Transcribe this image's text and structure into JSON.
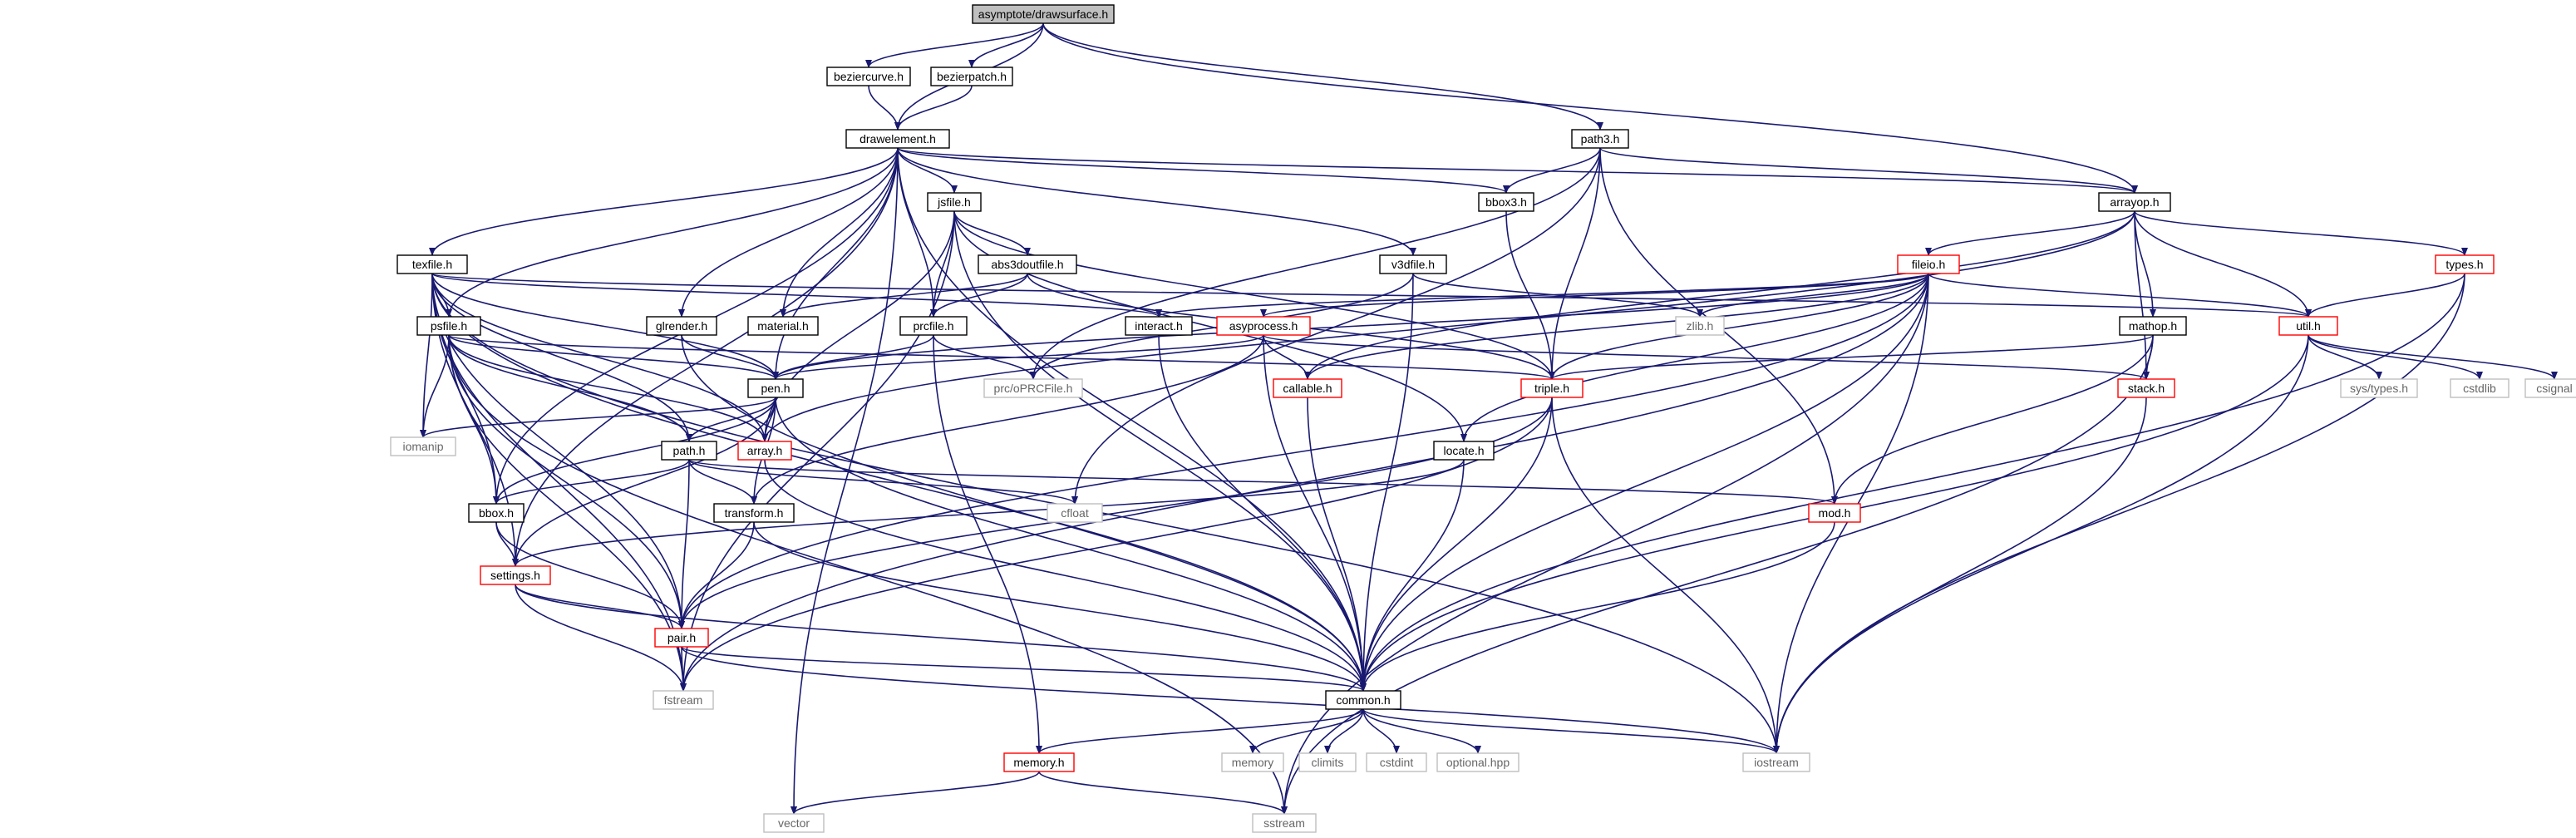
{
  "graph": {
    "style": {
      "edge_color": "#191970",
      "root_fill": "#bfbfbf",
      "node_fill": "#ffffff",
      "border_normal": "#000000",
      "border_red": "#ff0000",
      "border_external": "#bfbfbf",
      "text_normal": "#000000",
      "text_external": "#666666"
    },
    "nodes": [
      {
        "id": "drawsurface",
        "label": "asymptote/drawsurface.h",
        "kind": "root"
      },
      {
        "id": "beziercurve",
        "label": "beziercurve.h",
        "kind": "normal"
      },
      {
        "id": "bezierpatch",
        "label": "bezierpatch.h",
        "kind": "normal"
      },
      {
        "id": "drawelement",
        "label": "drawelement.h",
        "kind": "normal"
      },
      {
        "id": "path3",
        "label": "path3.h",
        "kind": "normal"
      },
      {
        "id": "jsfile",
        "label": "jsfile.h",
        "kind": "normal"
      },
      {
        "id": "bbox3",
        "label": "bbox3.h",
        "kind": "normal"
      },
      {
        "id": "arrayop",
        "label": "arrayop.h",
        "kind": "normal"
      },
      {
        "id": "texfile",
        "label": "texfile.h",
        "kind": "normal"
      },
      {
        "id": "abs3doutfile",
        "label": "abs3doutfile.h",
        "kind": "normal"
      },
      {
        "id": "v3dfile",
        "label": "v3dfile.h",
        "kind": "normal"
      },
      {
        "id": "fileio",
        "label": "fileio.h",
        "kind": "red"
      },
      {
        "id": "types",
        "label": "types.h",
        "kind": "red"
      },
      {
        "id": "psfile",
        "label": "psfile.h",
        "kind": "normal"
      },
      {
        "id": "glrender",
        "label": "glrender.h",
        "kind": "normal"
      },
      {
        "id": "material",
        "label": "material.h",
        "kind": "normal"
      },
      {
        "id": "prcfile",
        "label": "prcfile.h",
        "kind": "normal"
      },
      {
        "id": "interact",
        "label": "interact.h",
        "kind": "normal"
      },
      {
        "id": "asyprocess",
        "label": "asyprocess.h",
        "kind": "red"
      },
      {
        "id": "zlib",
        "label": "zlib.h",
        "kind": "external"
      },
      {
        "id": "mathop",
        "label": "mathop.h",
        "kind": "normal"
      },
      {
        "id": "util",
        "label": "util.h",
        "kind": "red"
      },
      {
        "id": "pen",
        "label": "pen.h",
        "kind": "normal"
      },
      {
        "id": "prcfileext",
        "label": "prc/oPRCFile.h",
        "kind": "external"
      },
      {
        "id": "callable",
        "label": "callable.h",
        "kind": "red"
      },
      {
        "id": "triple",
        "label": "triple.h",
        "kind": "red"
      },
      {
        "id": "stack",
        "label": "stack.h",
        "kind": "red"
      },
      {
        "id": "systypes",
        "label": "sys/types.h",
        "kind": "external"
      },
      {
        "id": "cstdlib",
        "label": "cstdlib",
        "kind": "external"
      },
      {
        "id": "csignal",
        "label": "csignal",
        "kind": "external"
      },
      {
        "id": "iomanip",
        "label": "iomanip",
        "kind": "external"
      },
      {
        "id": "path",
        "label": "path.h",
        "kind": "normal"
      },
      {
        "id": "array",
        "label": "array.h",
        "kind": "red"
      },
      {
        "id": "locate",
        "label": "locate.h",
        "kind": "normal"
      },
      {
        "id": "bbox",
        "label": "bbox.h",
        "kind": "normal"
      },
      {
        "id": "transform",
        "label": "transform.h",
        "kind": "normal"
      },
      {
        "id": "cfloat",
        "label": "cfloat",
        "kind": "external"
      },
      {
        "id": "mod",
        "label": "mod.h",
        "kind": "red"
      },
      {
        "id": "settings",
        "label": "settings.h",
        "kind": "red"
      },
      {
        "id": "pair",
        "label": "pair.h",
        "kind": "red"
      },
      {
        "id": "fstream",
        "label": "fstream",
        "kind": "external"
      },
      {
        "id": "common",
        "label": "common.h",
        "kind": "normal"
      },
      {
        "id": "memoryh",
        "label": "memory.h",
        "kind": "red"
      },
      {
        "id": "memory",
        "label": "memory",
        "kind": "external"
      },
      {
        "id": "climits",
        "label": "climits",
        "kind": "external"
      },
      {
        "id": "cstdint",
        "label": "cstdint",
        "kind": "external"
      },
      {
        "id": "optional",
        "label": "optional.hpp",
        "kind": "external"
      },
      {
        "id": "iostream",
        "label": "iostream",
        "kind": "external"
      },
      {
        "id": "vector",
        "label": "vector",
        "kind": "external"
      },
      {
        "id": "sstream",
        "label": "sstream",
        "kind": "external"
      }
    ],
    "edges": [
      [
        "drawsurface",
        "beziercurve"
      ],
      [
        "drawsurface",
        "bezierpatch"
      ],
      [
        "drawsurface",
        "drawelement"
      ],
      [
        "drawsurface",
        "path3"
      ],
      [
        "drawsurface",
        "arrayop"
      ],
      [
        "beziercurve",
        "drawelement"
      ],
      [
        "bezierpatch",
        "drawelement"
      ],
      [
        "drawelement",
        "jsfile"
      ],
      [
        "drawelement",
        "bbox3"
      ],
      [
        "drawelement",
        "arrayop"
      ],
      [
        "drawelement",
        "texfile"
      ],
      [
        "drawelement",
        "v3dfile"
      ],
      [
        "drawelement",
        "psfile"
      ],
      [
        "drawelement",
        "glrender"
      ],
      [
        "drawelement",
        "material"
      ],
      [
        "drawelement",
        "prcfile"
      ],
      [
        "drawelement",
        "pen"
      ],
      [
        "drawelement",
        "bbox"
      ],
      [
        "drawelement",
        "settings"
      ],
      [
        "drawelement",
        "common"
      ],
      [
        "drawelement",
        "vector"
      ],
      [
        "path3",
        "bbox3"
      ],
      [
        "path3",
        "arrayop"
      ],
      [
        "path3",
        "triple"
      ],
      [
        "path3",
        "mod"
      ],
      [
        "path3",
        "cfloat"
      ],
      [
        "path3",
        "prcfileext"
      ],
      [
        "jsfile",
        "abs3doutfile"
      ],
      [
        "jsfile",
        "prcfile"
      ],
      [
        "jsfile",
        "array"
      ],
      [
        "jsfile",
        "triple"
      ],
      [
        "jsfile",
        "locate"
      ],
      [
        "jsfile",
        "fstream"
      ],
      [
        "jsfile",
        "common"
      ],
      [
        "bbox3",
        "triple"
      ],
      [
        "arrayop",
        "fileio"
      ],
      [
        "arrayop",
        "types"
      ],
      [
        "arrayop",
        "mathop"
      ],
      [
        "arrayop",
        "util"
      ],
      [
        "arrayop",
        "stack"
      ],
      [
        "arrayop",
        "array"
      ],
      [
        "arrayop",
        "callable"
      ],
      [
        "texfile",
        "psfile"
      ],
      [
        "texfile",
        "interact"
      ],
      [
        "texfile",
        "util"
      ],
      [
        "texfile",
        "path"
      ],
      [
        "texfile",
        "pen"
      ],
      [
        "texfile",
        "array"
      ],
      [
        "texfile",
        "bbox"
      ],
      [
        "texfile",
        "iomanip"
      ],
      [
        "texfile",
        "settings"
      ],
      [
        "texfile",
        "pair"
      ],
      [
        "texfile",
        "fstream"
      ],
      [
        "texfile",
        "iostream"
      ],
      [
        "texfile",
        "common"
      ],
      [
        "abs3doutfile",
        "material"
      ],
      [
        "abs3doutfile",
        "prcfile"
      ],
      [
        "abs3doutfile",
        "triple"
      ],
      [
        "v3dfile",
        "zlib"
      ],
      [
        "v3dfile",
        "common"
      ],
      [
        "v3dfile",
        "prcfileext"
      ],
      [
        "fileio",
        "asyprocess"
      ],
      [
        "fileio",
        "interact"
      ],
      [
        "fileio",
        "util"
      ],
      [
        "fileio",
        "zlib"
      ],
      [
        "fileio",
        "triple"
      ],
      [
        "fileio",
        "callable"
      ],
      [
        "fileio",
        "locate"
      ],
      [
        "fileio",
        "pair"
      ],
      [
        "fileio",
        "fstream"
      ],
      [
        "fileio",
        "iostream"
      ],
      [
        "fileio",
        "common"
      ],
      [
        "fileio",
        "sstream"
      ],
      [
        "fileio",
        "pen"
      ],
      [
        "types",
        "util"
      ],
      [
        "types",
        "common"
      ],
      [
        "types",
        "iostream"
      ],
      [
        "psfile",
        "pen"
      ],
      [
        "psfile",
        "path"
      ],
      [
        "psfile",
        "array"
      ],
      [
        "psfile",
        "bbox"
      ],
      [
        "psfile",
        "iomanip"
      ],
      [
        "psfile",
        "pair"
      ],
      [
        "psfile",
        "fstream"
      ],
      [
        "psfile",
        "sstream"
      ],
      [
        "psfile",
        "triple"
      ],
      [
        "glrender",
        "pen"
      ],
      [
        "glrender",
        "common"
      ],
      [
        "prcfile",
        "pen"
      ],
      [
        "prcfile",
        "prcfileext"
      ],
      [
        "prcfile",
        "memoryh"
      ],
      [
        "interact",
        "common"
      ],
      [
        "asyprocess",
        "pen"
      ],
      [
        "asyprocess",
        "callable"
      ],
      [
        "asyprocess",
        "common"
      ],
      [
        "asyprocess",
        "stack"
      ],
      [
        "asyprocess",
        "transform"
      ],
      [
        "mathop",
        "triple"
      ],
      [
        "mathop",
        "stack"
      ],
      [
        "mathop",
        "mod"
      ],
      [
        "mathop",
        "sstream"
      ],
      [
        "util",
        "systypes"
      ],
      [
        "util",
        "cstdlib"
      ],
      [
        "util",
        "csignal"
      ],
      [
        "util",
        "common"
      ],
      [
        "util",
        "iostream"
      ],
      [
        "pen",
        "iomanip"
      ],
      [
        "pen",
        "path"
      ],
      [
        "pen",
        "array"
      ],
      [
        "pen",
        "bbox"
      ],
      [
        "pen",
        "transform"
      ],
      [
        "pen",
        "settings"
      ],
      [
        "pen",
        "common"
      ],
      [
        "callable",
        "common"
      ],
      [
        "triple",
        "pair"
      ],
      [
        "triple",
        "common"
      ],
      [
        "triple",
        "iostream"
      ],
      [
        "triple",
        "fstream"
      ],
      [
        "stack",
        "iostream"
      ],
      [
        "path",
        "bbox"
      ],
      [
        "path",
        "transform"
      ],
      [
        "path",
        "pair"
      ],
      [
        "path",
        "cfloat"
      ],
      [
        "path",
        "mod"
      ],
      [
        "array",
        "common"
      ],
      [
        "locate",
        "settings"
      ],
      [
        "locate",
        "common"
      ],
      [
        "bbox",
        "settings"
      ],
      [
        "bbox",
        "pair"
      ],
      [
        "transform",
        "pair"
      ],
      [
        "transform",
        "common"
      ],
      [
        "mod",
        "common"
      ],
      [
        "settings",
        "pair"
      ],
      [
        "settings",
        "fstream"
      ],
      [
        "settings",
        "common"
      ],
      [
        "pair",
        "fstream"
      ],
      [
        "pair",
        "common"
      ],
      [
        "pair",
        "iostream"
      ],
      [
        "common",
        "memoryh"
      ],
      [
        "common",
        "memory"
      ],
      [
        "common",
        "climits"
      ],
      [
        "common",
        "cstdint"
      ],
      [
        "common",
        "optional"
      ],
      [
        "common",
        "iostream"
      ],
      [
        "memoryh",
        "vector"
      ],
      [
        "memoryh",
        "sstream"
      ]
    ]
  }
}
